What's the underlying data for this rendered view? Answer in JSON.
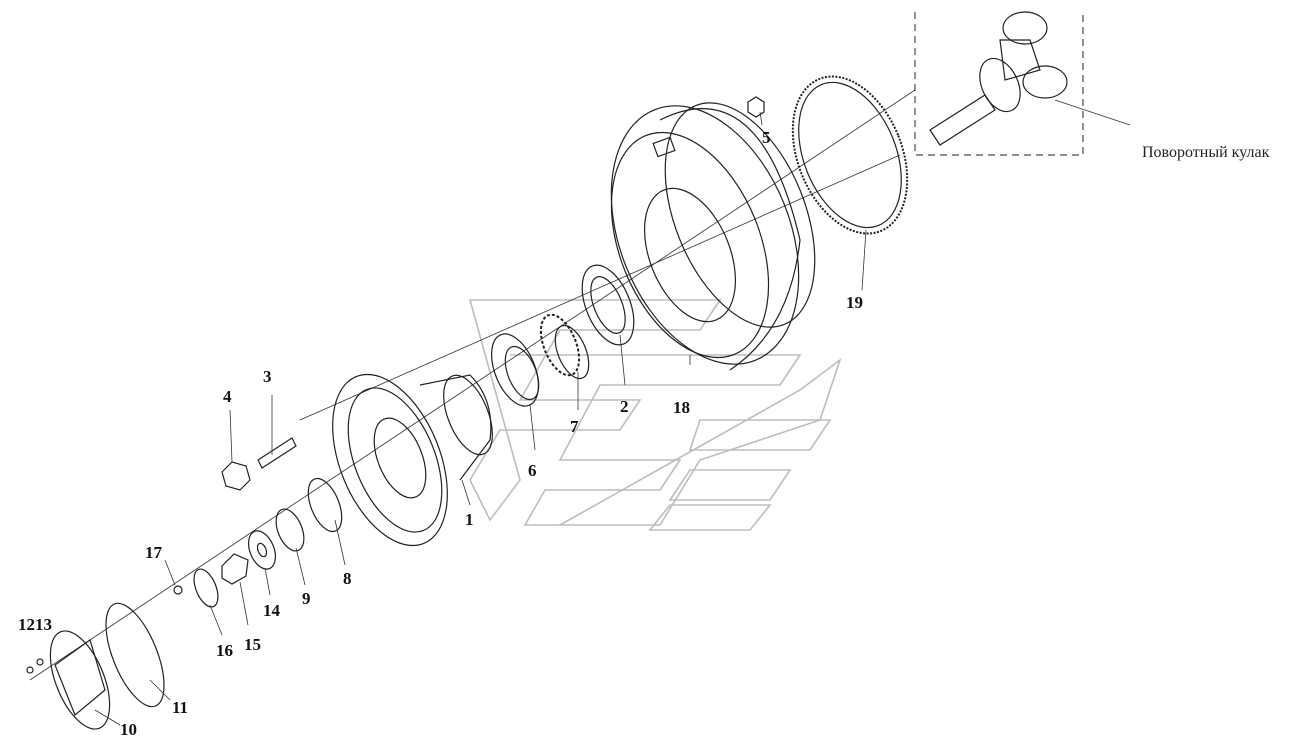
{
  "caption": "Поворотный кулак",
  "callouts": [
    "1",
    "2",
    "3",
    "4",
    "5",
    "6",
    "7",
    "8",
    "9",
    "10",
    "11",
    "1213",
    "14",
    "15",
    "16",
    "17",
    "18",
    "19"
  ]
}
